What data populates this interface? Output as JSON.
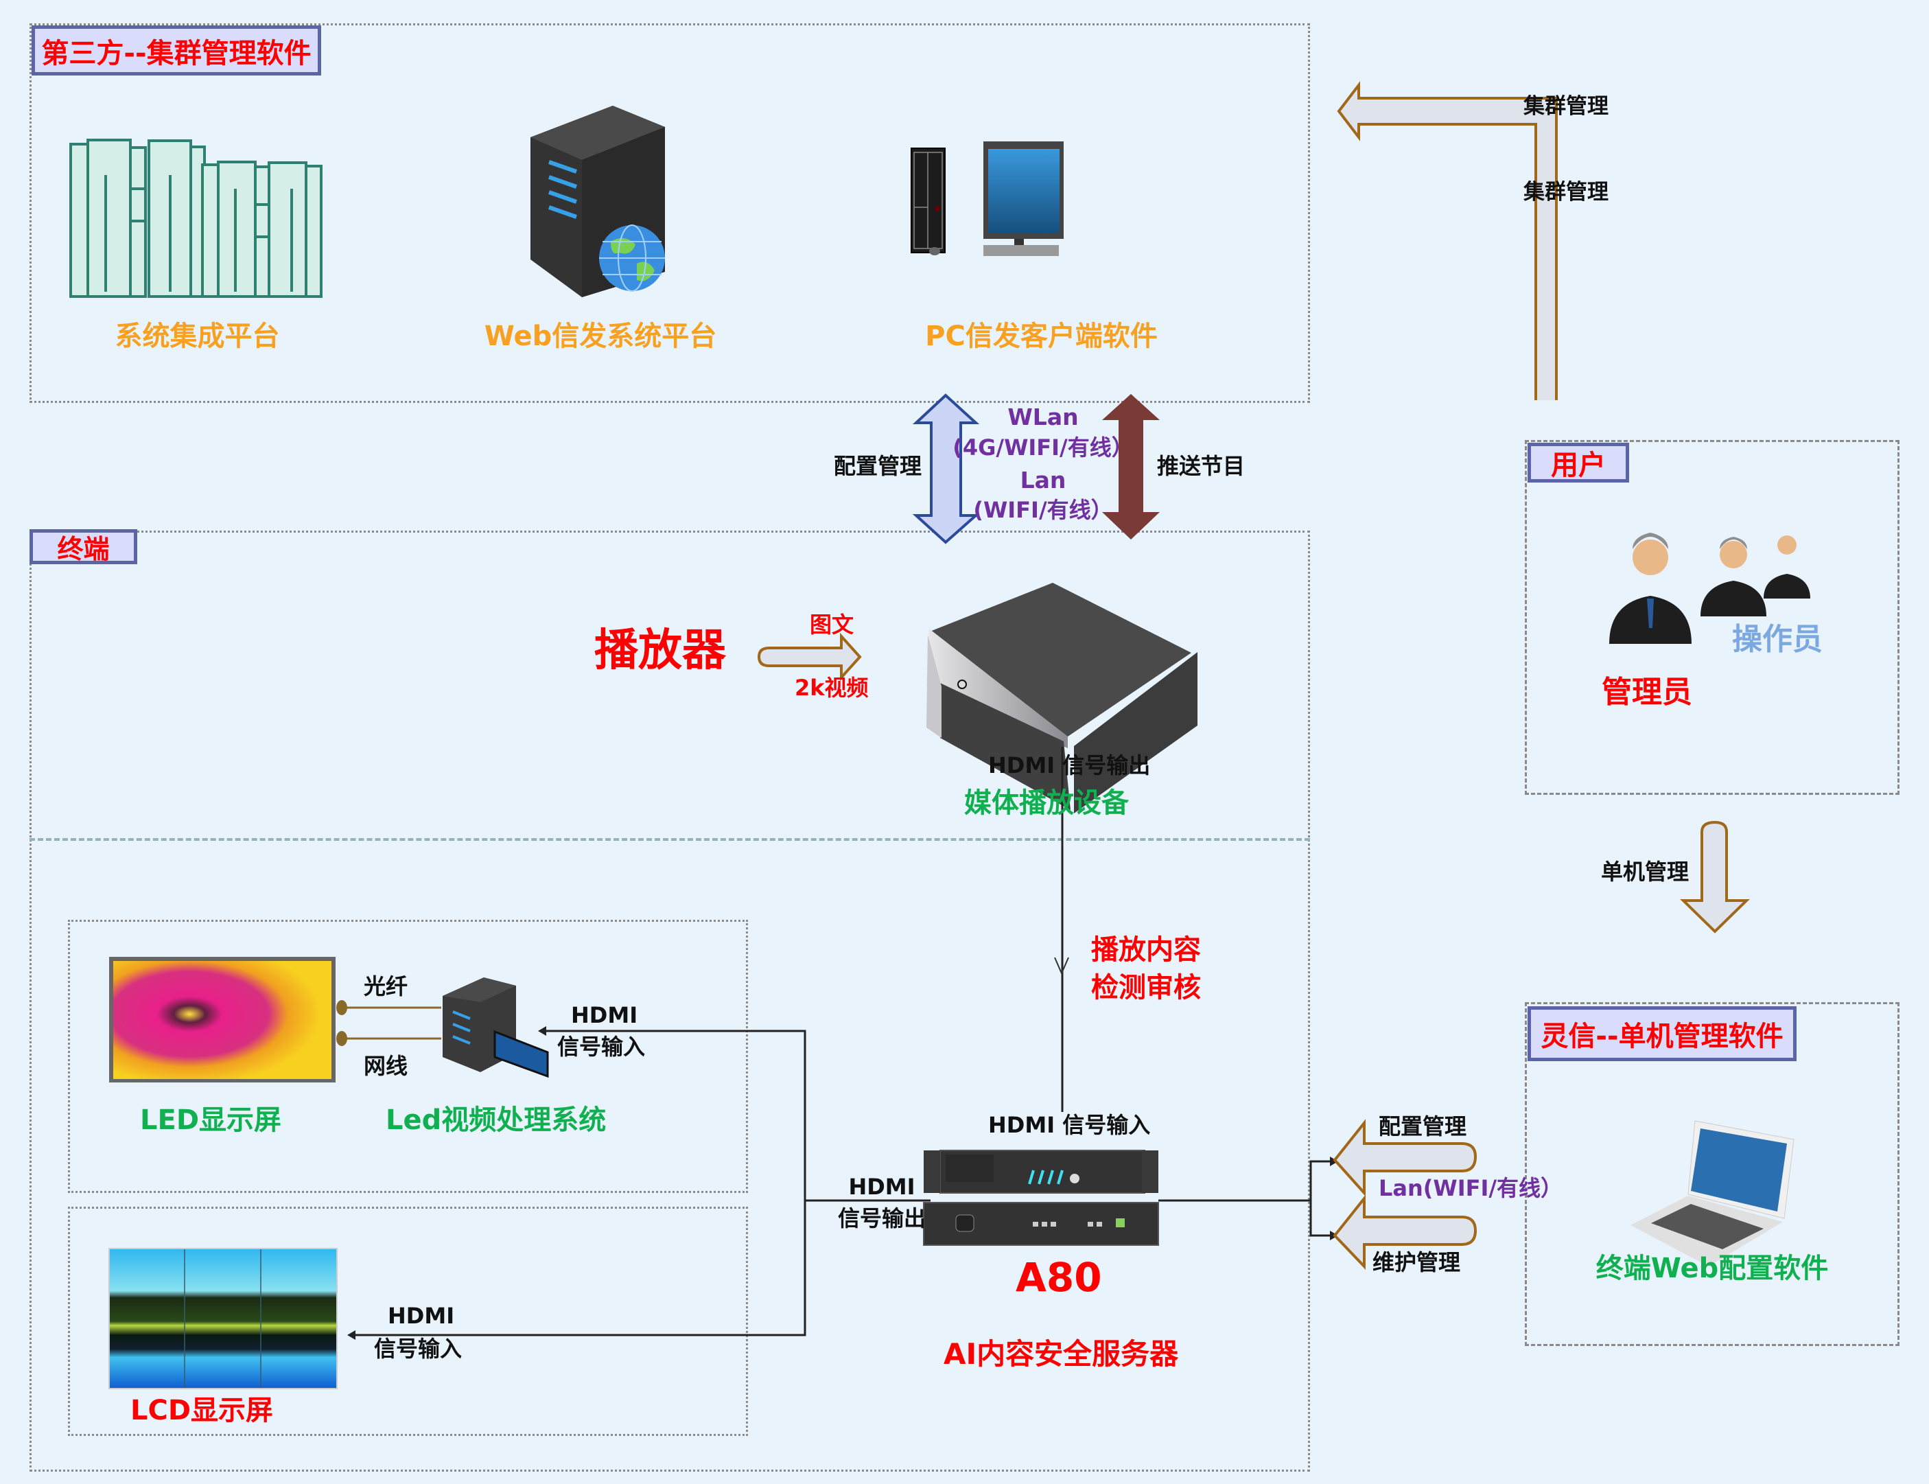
{
  "third_party": {
    "title": "第三方--集群管理软件",
    "items": [
      {
        "label": "系统集成平台",
        "icon": "server-cluster-icon"
      },
      {
        "label": "Web信发系统平台",
        "icon": "web-server-globe-icon"
      },
      {
        "label": "PC信发客户端软件",
        "icon": "desktop-pc-icon"
      }
    ]
  },
  "network": {
    "left_arrow_label": "配置管理",
    "right_arrow_label": "推送节目",
    "wlan": "WLan",
    "wlan_detail": "(4G/WIFI/有线）",
    "lan": "Lan",
    "lan_detail": "(WIFI/有线）"
  },
  "cluster": {
    "label_top": "集群管理",
    "label_bottom": "集群管理"
  },
  "terminal": {
    "title": "终端",
    "player_title": "播放器",
    "content_top": "图文",
    "content_bottom": "2k视频",
    "hdmi_out_label": "HDMI 信号输出",
    "media_device_label": "媒体播放设备",
    "audit_line1": "播放内容",
    "audit_line2": "检测审核",
    "a80_hdmi_in": "HDMI 信号输入",
    "a80_hdmi_out_top": "HDMI",
    "a80_hdmi_out_bottom": "信号输出",
    "a80_model": "A80",
    "a80_name": "AI内容安全服务器",
    "led": {
      "screen_label": "LED显示屏",
      "fiber_label": "光纤",
      "cable_label": "网线",
      "processor_label": "Led视频处理系统",
      "hdmi_top": "HDMI",
      "hdmi_bottom": "信号输入"
    },
    "lcd": {
      "screen_label": "LCD显示屏",
      "hdmi_top": "HDMI",
      "hdmi_bottom": "信号输入"
    }
  },
  "users": {
    "title": "用户",
    "admin_label": "管理员",
    "operator_label": "操作员"
  },
  "standalone_arrow_label": "单机管理",
  "lingxin": {
    "title": "灵信--单机管理软件",
    "config_label": "配置管理",
    "lan_label": "Lan(WIFI/有线）",
    "maint_label": "维护管理",
    "laptop_label": "终端Web配置软件"
  },
  "colors": {
    "background": "#e9f3fc",
    "tag_fill": "#d9dcfb",
    "tag_border": "#5a64a6",
    "accent_red": "#ff0000",
    "accent_orange": "#f8a020",
    "accent_green": "#10b050",
    "accent_purple": "#7030a0",
    "arrow_outline": "#a06818",
    "arrow_fill": "#dfe3ec",
    "push_arrow": "#7a3a35",
    "config_arrow": "#cdd5f7"
  }
}
